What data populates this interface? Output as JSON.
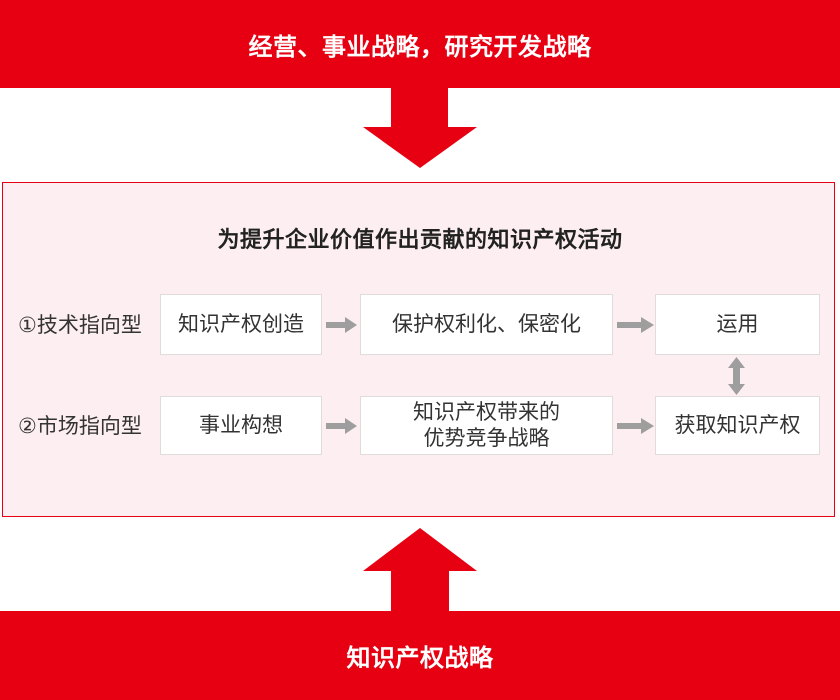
{
  "colors": {
    "red": "#e60012",
    "panel_bg": "#fdeef1",
    "panel_border": "#e60012",
    "box_bg": "#ffffff",
    "box_border": "#e0dcdc",
    "arrow_gray": "#9e9e9e",
    "title_color": "#222222",
    "text_color": "#333333",
    "banner_text": "#ffffff"
  },
  "banner_top": {
    "label": "经营、事业战略，研究开发战略"
  },
  "banner_bottom": {
    "label": "知识产权战略"
  },
  "panel": {
    "title": "为提升企业价值作出贡献的知识产权活动",
    "rows": [
      {
        "label": "①技术指向型",
        "steps": [
          "知识产权创造",
          "保护权利化、保密化",
          "运用"
        ]
      },
      {
        "label": "②市场指向型",
        "steps": [
          "事业构想",
          "知识产权带来的\n优势竞争战略",
          "获取知识产权"
        ]
      }
    ]
  },
  "icons": {
    "down_arrow": "big-red-down-arrow",
    "up_arrow": "big-red-up-arrow",
    "right_arrow": "gray-right-arrow",
    "vertical_double_arrow": "gray-up-down-arrow"
  }
}
